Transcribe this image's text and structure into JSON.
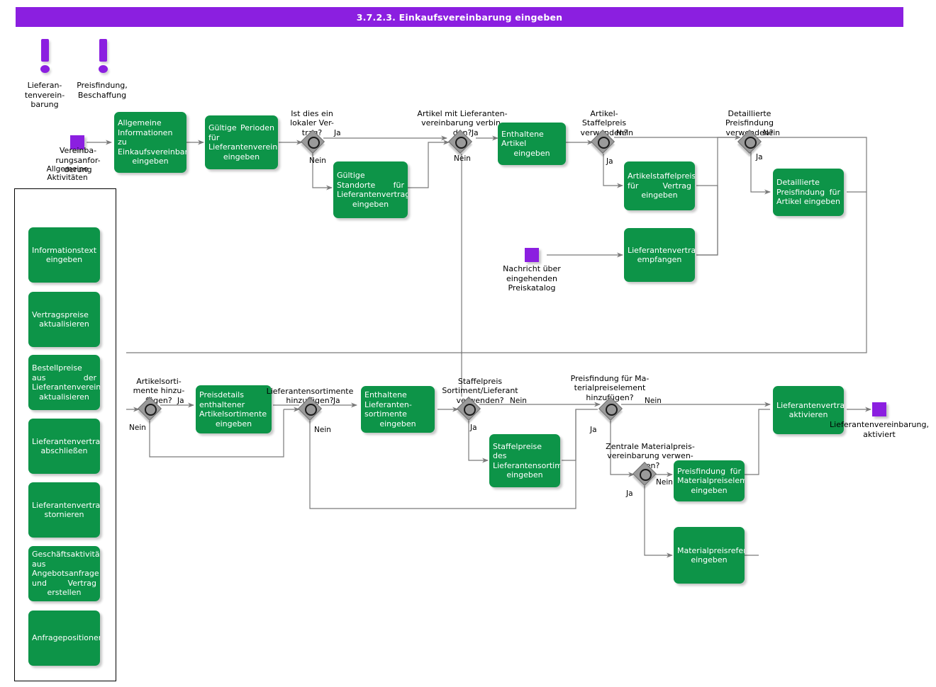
{
  "header": {
    "title": "3.7.2.3. Einkaufsvereinbarung eingeben"
  },
  "colors": {
    "accent_purple": "#8b1fe0",
    "task_green": "#0d9448",
    "gateway_gray": "#9a9a9a",
    "connector_gray": "#7a7a7a",
    "text_white": "#ffffff",
    "text_black": "#000000"
  },
  "trigger_icons": [
    {
      "name": "lieferantenvereinbarung",
      "label": "Lieferan-\ntenverein-\nbarung"
    },
    {
      "name": "preisfindung-beschaffung",
      "label": "Preisfindung,\nBeschaffung"
    }
  ],
  "events": [
    {
      "id": "start_vereinbarungsanforderung",
      "label": "Vereinba-\nrungsanfor-\nderung"
    },
    {
      "id": "msg_preiskatalog",
      "label": "Nachricht  über\neingehenden\nPreiskatalog"
    },
    {
      "id": "end_lieferantenvereinbarung_aktiviert",
      "label": "Lieferantenvereinbarung,\naktiviert"
    }
  ],
  "group": {
    "title": "Allgemeine\nAktivitäten",
    "tasks": [
      {
        "id": "g1",
        "label": "Informationstext eingeben"
      },
      {
        "id": "g2",
        "label": "Vertragspreise aktualisieren"
      },
      {
        "id": "g3",
        "label": "Bestellpreise aus der Lieferantenvereinbarung aktualisieren"
      },
      {
        "id": "g4",
        "label": "Lieferantenvertrag abschließen"
      },
      {
        "id": "g5",
        "label": "Lieferantenvertrag stornieren"
      },
      {
        "id": "g6",
        "label": "Geschäftsaktivität aus Angebotsanfrage und Vertrag erstellen"
      },
      {
        "id": "g7",
        "label": "Anfragepositionen/Vertragspositionen generieren"
      }
    ]
  },
  "tasks": [
    {
      "id": "t1",
      "label": "Allgemeine Informationen zu Einkaufsvereinbarung eingeben"
    },
    {
      "id": "t2",
      "label": "Gültige Perioden für Lieferantenvereinbarung eingeben"
    },
    {
      "id": "t3",
      "label": "Gültige Standorte für Lieferantenvertrag eingeben"
    },
    {
      "id": "t4",
      "label": "Enthaltene Artikel eingeben"
    },
    {
      "id": "t5",
      "label": "Artikelstaffelpreise für Vertrag eingeben"
    },
    {
      "id": "t6",
      "label": "Lieferantenvertragspreisinformationen empfangen"
    },
    {
      "id": "t7",
      "label": "Detaillierte Preisfindung für Artikel eingeben"
    },
    {
      "id": "t8",
      "label": "Preisdetails enthaltener Artikelsortimente eingeben"
    },
    {
      "id": "t9",
      "label": "Enthaltene Lieferanten- sortimente eingeben"
    },
    {
      "id": "t10",
      "label": "Staffelpreise des Lieferantensortiments eingeben"
    },
    {
      "id": "t11",
      "label": "Preisfindung für Materialpreiselement eingeben"
    },
    {
      "id": "t12",
      "label": "Materialpreisreferenzvereinbarung eingeben"
    },
    {
      "id": "t13",
      "label": "Lieferantenvertrag aktivieren"
    }
  ],
  "gateways": [
    {
      "id": "gw1",
      "label": "Ist dies ein\nlokaler Ver-\ntrag?"
    },
    {
      "id": "gw2",
      "label": "Artikel mit  Lieferanten-\nvereinbarung  verbin-\nden?"
    },
    {
      "id": "gw3",
      "label": "Artikel-\nStaffelpreis\nverwenden?"
    },
    {
      "id": "gw4",
      "label": "Detaillierte\nPreisfindung\nverwenden?"
    },
    {
      "id": "gw5",
      "label": "Artikelsorti-\nmente hinzu-\nfügen?"
    },
    {
      "id": "gw6",
      "label": "Lieferantensortimente\nhinzufügen?"
    },
    {
      "id": "gw7",
      "label": "Staffelpreis\nSortiment/Lieferant\nverwenden?"
    },
    {
      "id": "gw8",
      "label": "Preisfindung für  Ma-\nterialpreiselement\nhinzufügen?"
    },
    {
      "id": "gw9",
      "label": "Zentrale  Materialpreis-\nvereinbarung  verwen-\nden?"
    }
  ],
  "flow_labels": {
    "gw1_yes": "Ja",
    "gw1_no": "Nein",
    "gw2_yes": "Ja",
    "gw2_no": "Nein",
    "gw3_no": "Nein",
    "gw3_yes": "Ja",
    "gw4_no": "Nein",
    "gw4_yes": "Ja",
    "gw5_yes": "Ja",
    "gw5_no": "Nein",
    "gw6_yes": "Ja",
    "gw6_no": "Nein",
    "gw7_no": "Nein",
    "gw7_yes": "Ja",
    "gw8_no": "Nein",
    "gw8_yes": "Ja",
    "gw9_no": "Nein",
    "gw9_yes": "Ja"
  }
}
